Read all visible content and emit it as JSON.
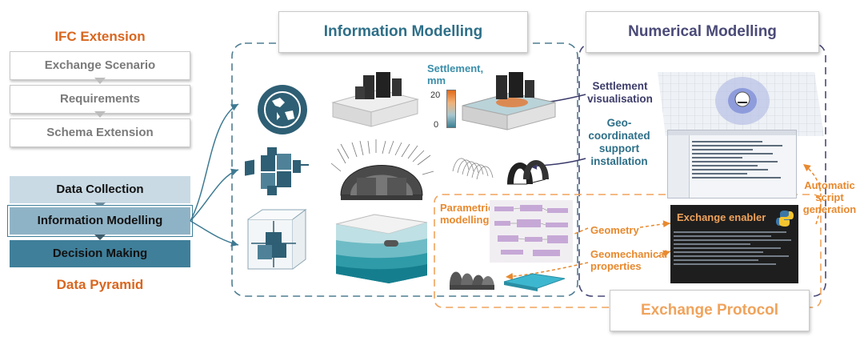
{
  "left_panel": {
    "ifc_title": "IFC Extension",
    "steps": [
      "Exchange Scenario",
      "Requirements",
      "Schema Extension"
    ],
    "pyramid_levels": [
      "Data Collection",
      "Information Modelling",
      "Decision Making"
    ],
    "pyramid_title": "Data Pyramid"
  },
  "sections": {
    "information_modelling": "Information Modelling",
    "numerical_modelling": "Numerical Modelling",
    "exchange_protocol": "Exchange Protocol"
  },
  "settlement_legend": {
    "title": "Settlement, mm",
    "max": "20",
    "min": "0"
  },
  "labels": {
    "settlement_visualisation": "Settlement visualisation",
    "geo_coordinated_support": "Geo-coordinated support installation",
    "parametric_modelling": "Parametric modelling",
    "geometry": "Geometry",
    "geomechanical_properties": "Geomechanical properties",
    "exchange_enabler": "Exchange enabler",
    "automatic_script_generation": "Automatic script generation"
  },
  "colors": {
    "orange_title": "#d9661f",
    "info_blue": "#2e6f88",
    "numerical_navy": "#4a4a78",
    "exchange_orange": "#f0a35c",
    "pyramid_light": "#c9dae4",
    "pyramid_mid": "#8fb3c6",
    "pyramid_dark": "#3f7f9a"
  }
}
